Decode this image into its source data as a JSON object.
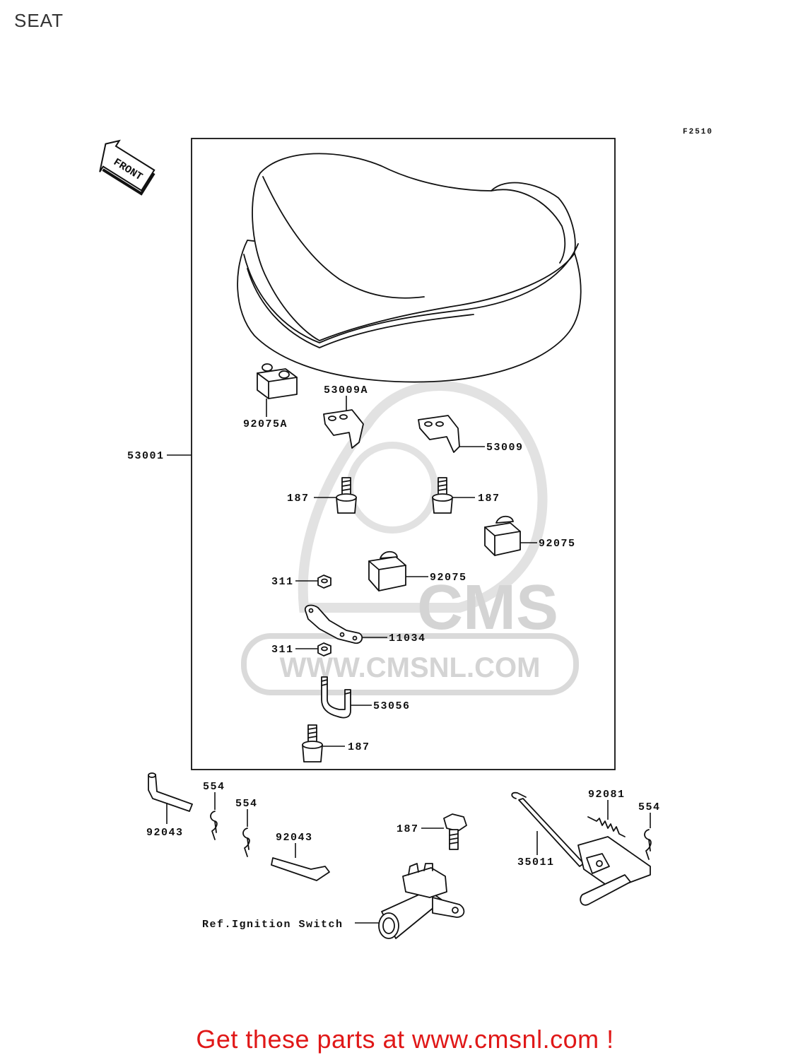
{
  "page": {
    "title": "SEAT"
  },
  "diagram": {
    "figure_code": "F2510",
    "front_arrow": "FRONT",
    "watermark": {
      "brand": "CMS",
      "url": "WWW.CMSNL.COM"
    },
    "labels": {
      "seat_assy": "53001",
      "stopper_a": "92075A",
      "hinge_a": "53009A",
      "hinge": "53009",
      "bolt_left": "187",
      "bolt_right": "187",
      "stopper_right": "92075",
      "stopper_center": "92075",
      "nut_upper": "311",
      "bracket": "11034",
      "nut_lower": "311",
      "hook": "53056",
      "bolt_lower": "187",
      "pin_upper": "554",
      "pin_middle": "554",
      "hose_left": "92043",
      "hose_center": "92043",
      "bolt_lock": "187",
      "spring": "92081",
      "pin_right": "554",
      "cable": "35011",
      "ignition_ref": "Ref.Ignition Switch"
    }
  },
  "footer": {
    "cta": "Get these parts at www.cmsnl.com !",
    "color": "#e01818"
  }
}
